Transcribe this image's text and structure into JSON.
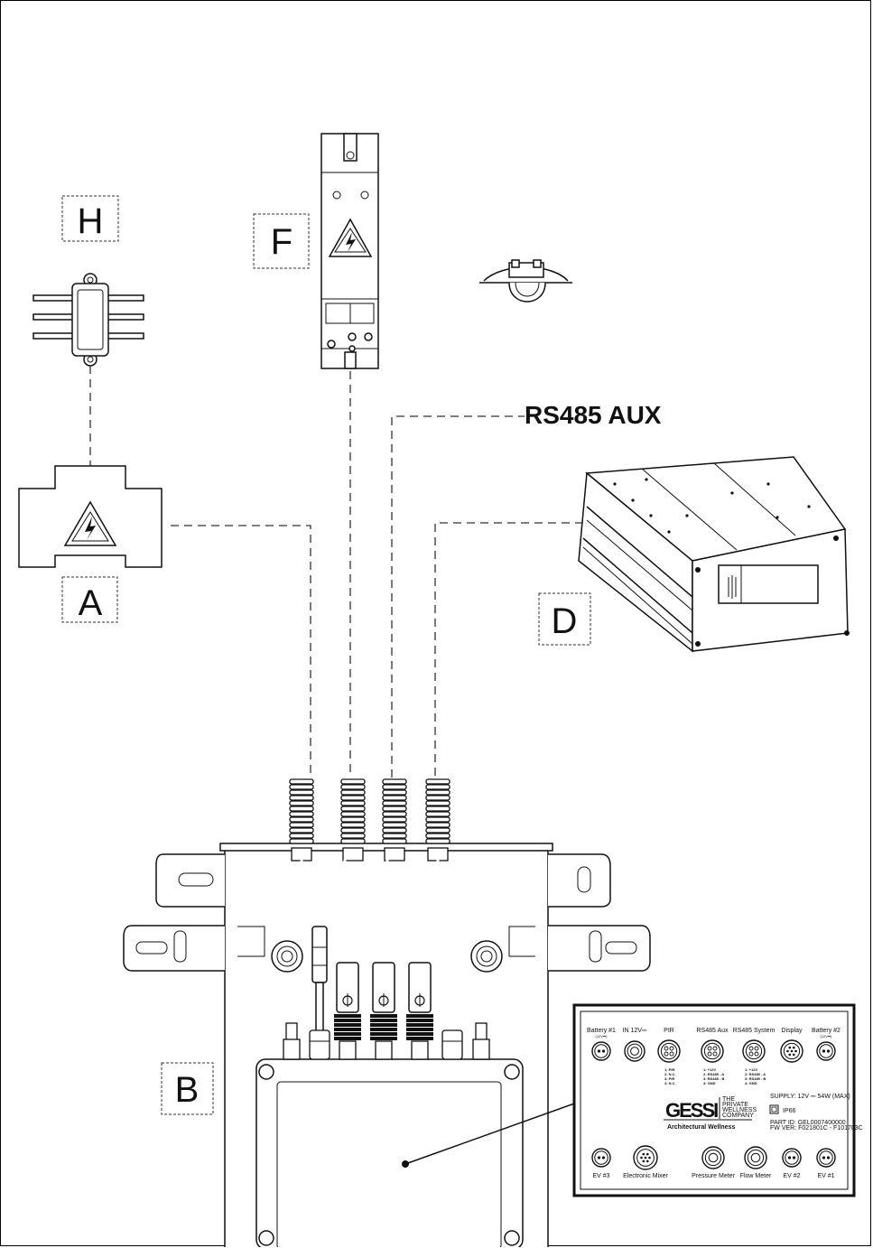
{
  "labels": {
    "h": "H",
    "f": "F",
    "a": "A",
    "d": "D",
    "b": "B",
    "rs485_aux": "RS485 AUX"
  },
  "panel": {
    "top_ports": [
      "Battery #1",
      "IN 12V⎓",
      "PIR",
      "RS485 Aux",
      "RS485 System",
      "Display",
      "Battery #2"
    ],
    "battery1_sub": "(12V⎓)",
    "battery2_sub": "(12V⎓)",
    "pir_pins": [
      "1: PIR",
      "2: N.C.",
      "3: PIR",
      "4: N.C."
    ],
    "aux_pins": [
      "1: +12V",
      "2: RS485 - A",
      "3: RS485 - B",
      "4: GND"
    ],
    "sys_pins": [
      "1: +12V",
      "2: RS485 - A",
      "3: RS485 - B",
      "4: GND"
    ],
    "supply": "SUPPLY: 12V ⎓   54W (MAX)",
    "ip": "IP66",
    "part_id": "PART ID: GEL0007400000",
    "fw": "FW VER: F021801C - F101703C",
    "brand": "GESSI",
    "brand_tag": [
      "THE",
      "PRIVATE",
      "WELLNESS",
      "COMPANY"
    ],
    "brand_sub": "Architectural Wellness",
    "bottom_ports": [
      "EV #3",
      "Electronic Mixer",
      "Pressure Meter",
      "Flow Meter",
      "EV #2",
      "EV #1"
    ]
  }
}
